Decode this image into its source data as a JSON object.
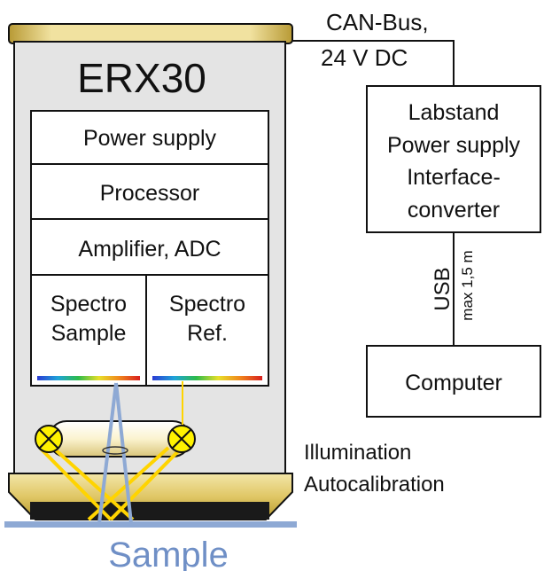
{
  "device": {
    "title": "ERX30",
    "blocks": [
      "Power supply",
      "Processor",
      "Amplifier, ADC"
    ],
    "spectro_sample": [
      "Spectro",
      "Sample"
    ],
    "spectro_ref": [
      "Spectro",
      "Ref."
    ]
  },
  "connection_top": [
    "CAN-Bus,",
    "24 V DC"
  ],
  "labstand": [
    "Labstand",
    "Power supply",
    "Interface-",
    "converter"
  ],
  "usb": {
    "label": "USB",
    "length": "max 1,5 m"
  },
  "computer": {
    "label": "Computer"
  },
  "illumination": [
    "Illumination",
    "Autocalibration"
  ],
  "sample": {
    "label": "Sample"
  },
  "colors": {
    "housing": "#e4e4e4",
    "gold": "#e0c766",
    "beam": "#8ea9d4",
    "lamp": "#fff200",
    "sample_text": "#6f8fc6"
  }
}
